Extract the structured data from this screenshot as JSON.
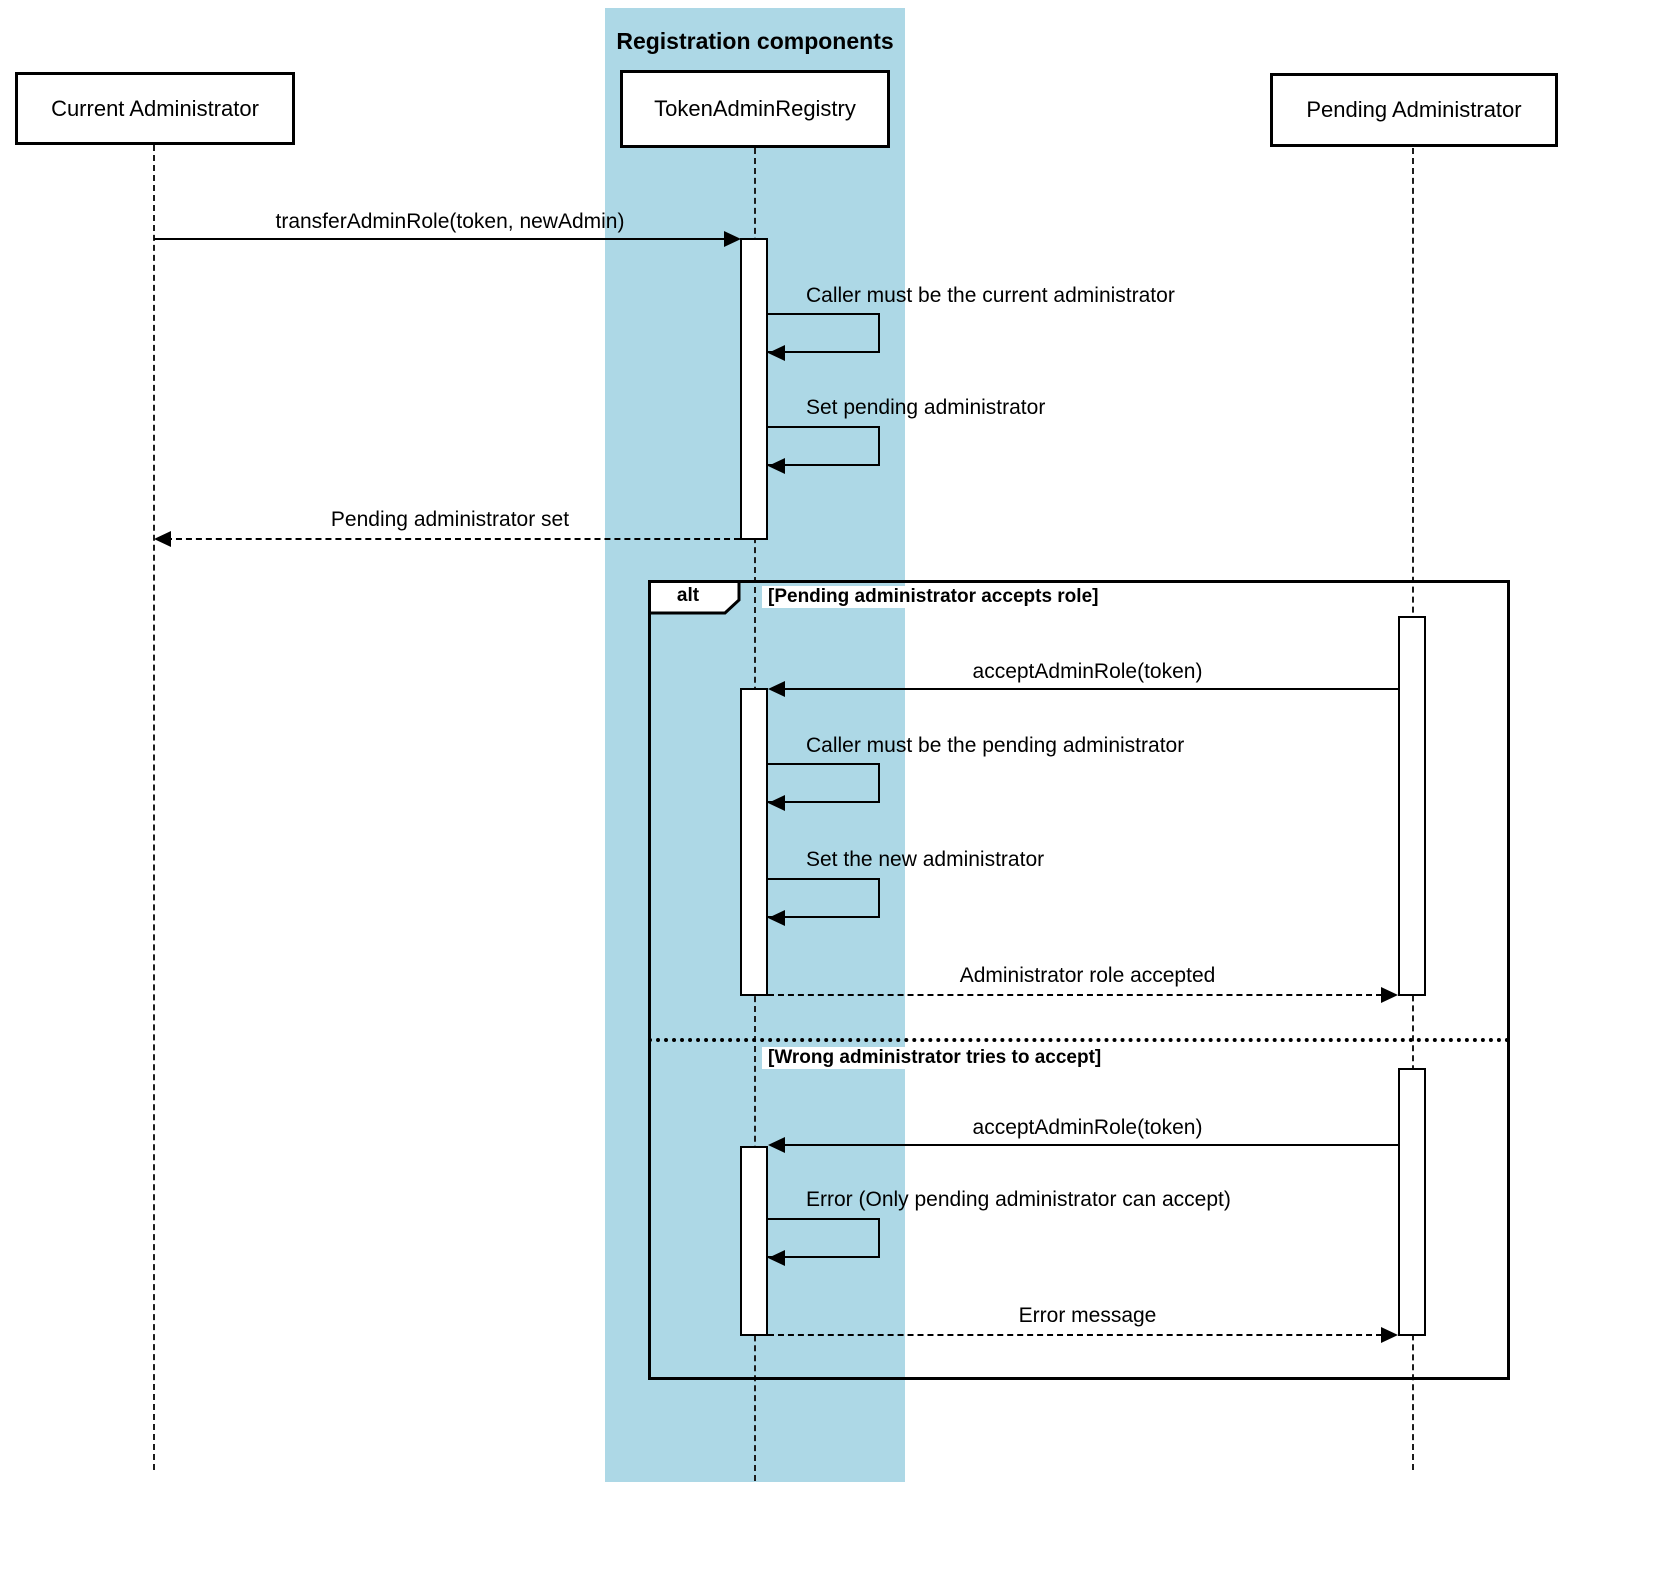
{
  "diagram": {
    "band_title": "Registration components",
    "actors": {
      "current_admin": "Current Administrator",
      "registry": "TokenAdminRegistry",
      "pending_admin": "Pending Administrator"
    },
    "alt": {
      "operator": "alt",
      "guard_accept": "[Pending administrator accepts role]",
      "guard_wrong": "[Wrong administrator tries to accept]"
    },
    "messages": {
      "transfer_admin_role": "transferAdminRole(token, newAdmin)",
      "caller_must_be_current": "Caller must be the current administrator",
      "set_pending_admin": "Set pending administrator",
      "pending_admin_set": "Pending administrator set",
      "accept_admin_role_1": "acceptAdminRole(token)",
      "caller_must_be_pending": "Caller must be the pending administrator",
      "set_new_admin": "Set the new administrator",
      "role_accepted": "Administrator role accepted",
      "accept_admin_role_2": "acceptAdminRole(token)",
      "error_only_pending": "Error (Only pending administrator can accept)",
      "error_message": "Error message"
    },
    "colors": {
      "band_background": "#ADD8E6"
    }
  }
}
